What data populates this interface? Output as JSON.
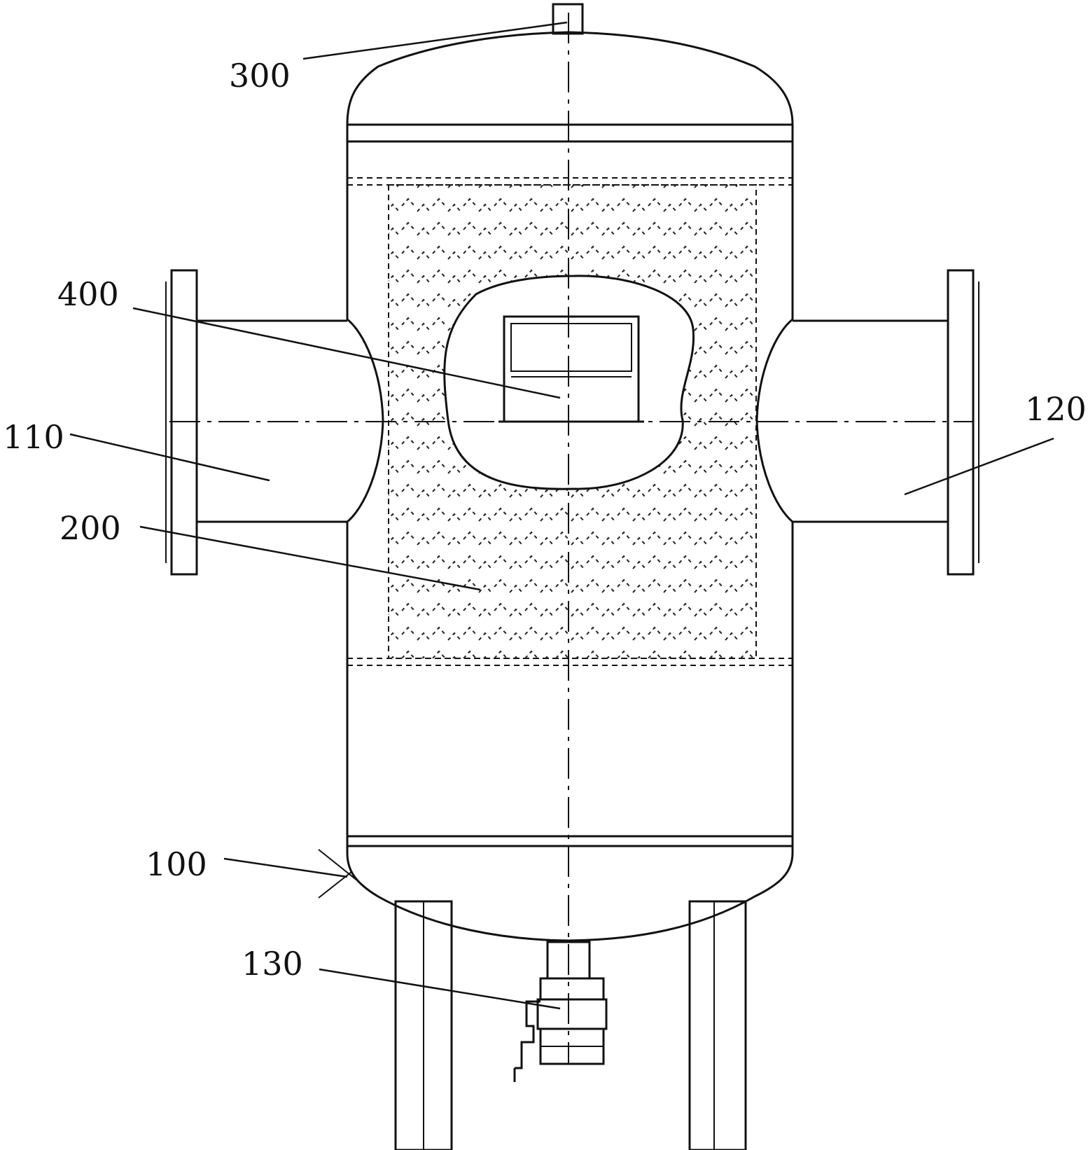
{
  "labels": {
    "tank": "100",
    "inlet": "110",
    "outlet": "120",
    "drain_valve": "130",
    "filter_element": "200",
    "vent": "300",
    "sight_window": "400"
  }
}
